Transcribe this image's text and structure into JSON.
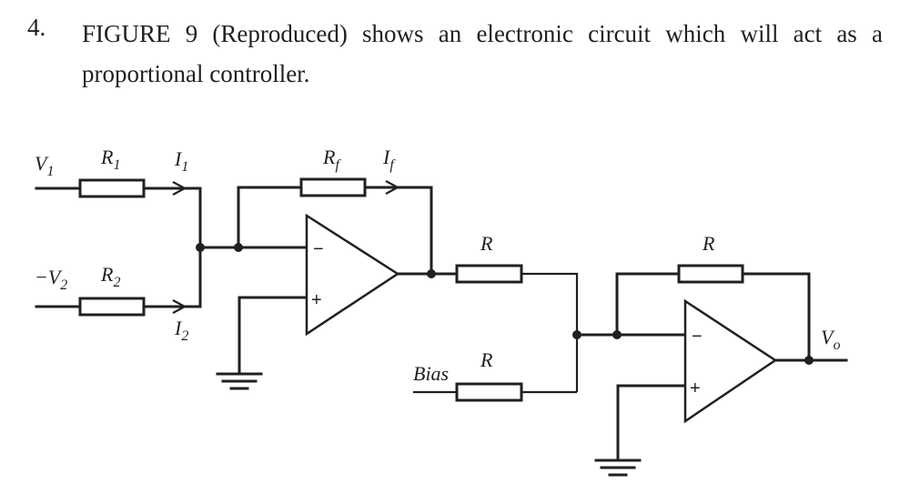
{
  "question": {
    "number": "4.",
    "text": "FIGURE 9 (Reproduced) shows an electronic circuit which will act as a proportional controller."
  },
  "circuit": {
    "labels": {
      "v1": {
        "main": "V",
        "sub": "1"
      },
      "r1": {
        "main": "R",
        "sub": "1"
      },
      "i1": {
        "main": "I",
        "sub": "1"
      },
      "v2": {
        "main": "−V",
        "sub": "2"
      },
      "r2": {
        "main": "R",
        "sub": "2"
      },
      "i2": {
        "main": "I",
        "sub": "2"
      },
      "rf": {
        "main": "R",
        "sub": "f"
      },
      "if": {
        "main": "I",
        "sub": "f"
      },
      "r_stage2_input": "R",
      "r_bias": "R",
      "r_stage2_feedback": "R",
      "bias": "Bias",
      "vo": {
        "main": "V",
        "sub": "o"
      }
    },
    "opamp_inputs": {
      "inverting": "−",
      "non_inverting": "+"
    }
  }
}
